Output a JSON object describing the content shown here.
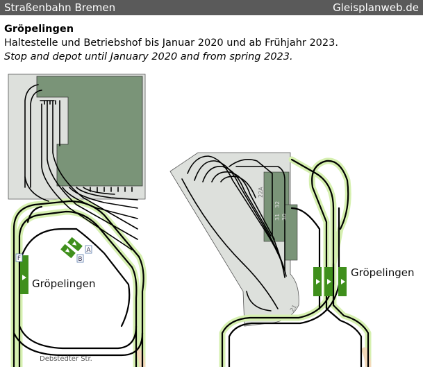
{
  "header": {
    "left_title": "Straßenbahn Bremen",
    "right_title": "Gleisplanweb.de"
  },
  "info": {
    "title": "Gröpelingen",
    "description_de": "Haltestelle und Betriebshof bis Januar 2020 und ab Frühjahr 2023.",
    "description_en": "Stop and depot until January 2020 and from spring 2023."
  },
  "plan": {
    "stop_left": "Gröpelingen",
    "stop_right": "Gröpelingen",
    "street": "Debstedter Str.",
    "platform_left_labels": [
      "F"
    ],
    "switch_labels": [
      "A",
      "B"
    ],
    "track_numbers": [
      "22A",
      "32",
      "31",
      "30",
      "21"
    ],
    "colors": {
      "building": "#7a9478",
      "depot_area": "#dde0dc",
      "platform": "#3f8f1c",
      "track_highlight": "#d6f0b0",
      "street_highlight": "#f3d9b9"
    }
  }
}
